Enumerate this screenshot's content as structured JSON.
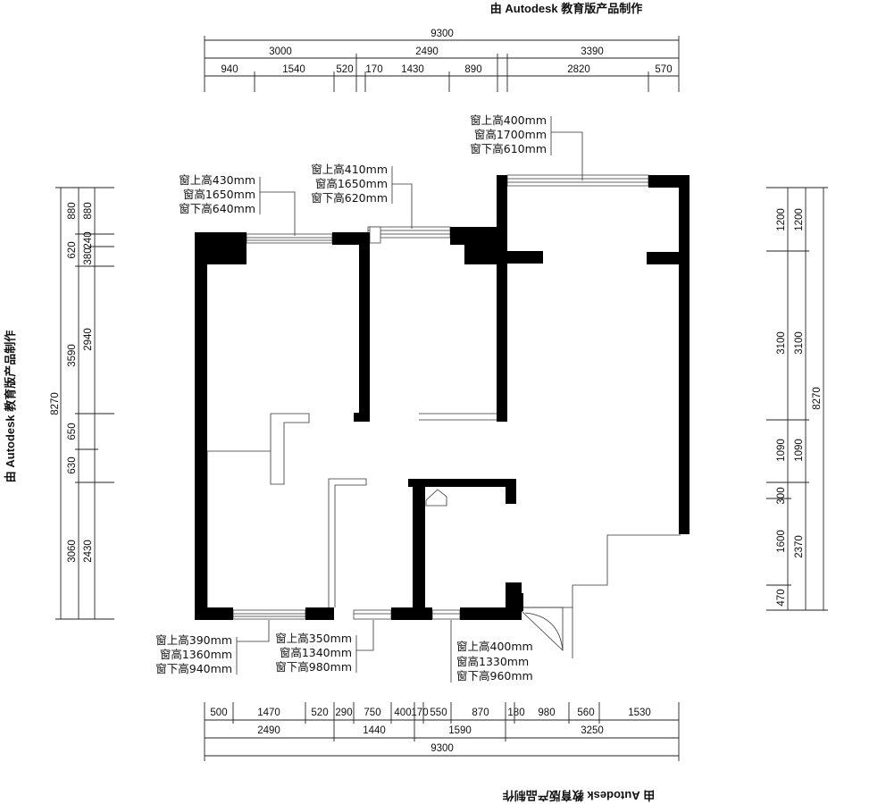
{
  "watermark": "由 Autodesk 教育版产品制作",
  "top": {
    "total": "9300",
    "segments": [
      "3000",
      "2490",
      "3390"
    ],
    "sub": [
      "940",
      "1540",
      "520",
      "170",
      "1430",
      "890",
      "2820",
      "570"
    ]
  },
  "bottom": {
    "total": "9300",
    "segments": [
      "2490",
      "1440",
      "1590",
      "3250"
    ],
    "sub": [
      "500",
      "1470",
      "520",
      "290",
      "750",
      "400",
      "170",
      "550",
      "870",
      "180",
      "980",
      "560",
      "1530"
    ]
  },
  "left": {
    "total": "8270",
    "outer": [
      "880",
      "620",
      "3590",
      "650",
      "630",
      "3060"
    ],
    "inner": [
      "880",
      "240",
      "380",
      "2940",
      "2430"
    ]
  },
  "right": {
    "total": "8270",
    "outer": [
      "1200",
      "3100",
      "1090",
      "300",
      "1600",
      "470"
    ],
    "inner": [
      "1200",
      "3100",
      "1090",
      "2370"
    ]
  },
  "window_notes": [
    {
      "lines": [
        "窗上高400mm",
        "窗高1700mm",
        "窗下高610mm"
      ]
    },
    {
      "lines": [
        "窗上高430mm",
        "窗高1650mm",
        "窗下高640mm"
      ]
    },
    {
      "lines": [
        "窗上高410mm",
        "窗高1650mm",
        "窗下高620mm"
      ]
    },
    {
      "lines": [
        "窗上高390mm",
        "窗高1360mm",
        "窗下高940mm"
      ]
    },
    {
      "lines": [
        "窗上高350mm",
        "窗高1340mm",
        "窗下高980mm"
      ]
    },
    {
      "lines": [
        "窗上高400mm",
        "窗高1330mm",
        "窗下高960mm"
      ]
    }
  ]
}
